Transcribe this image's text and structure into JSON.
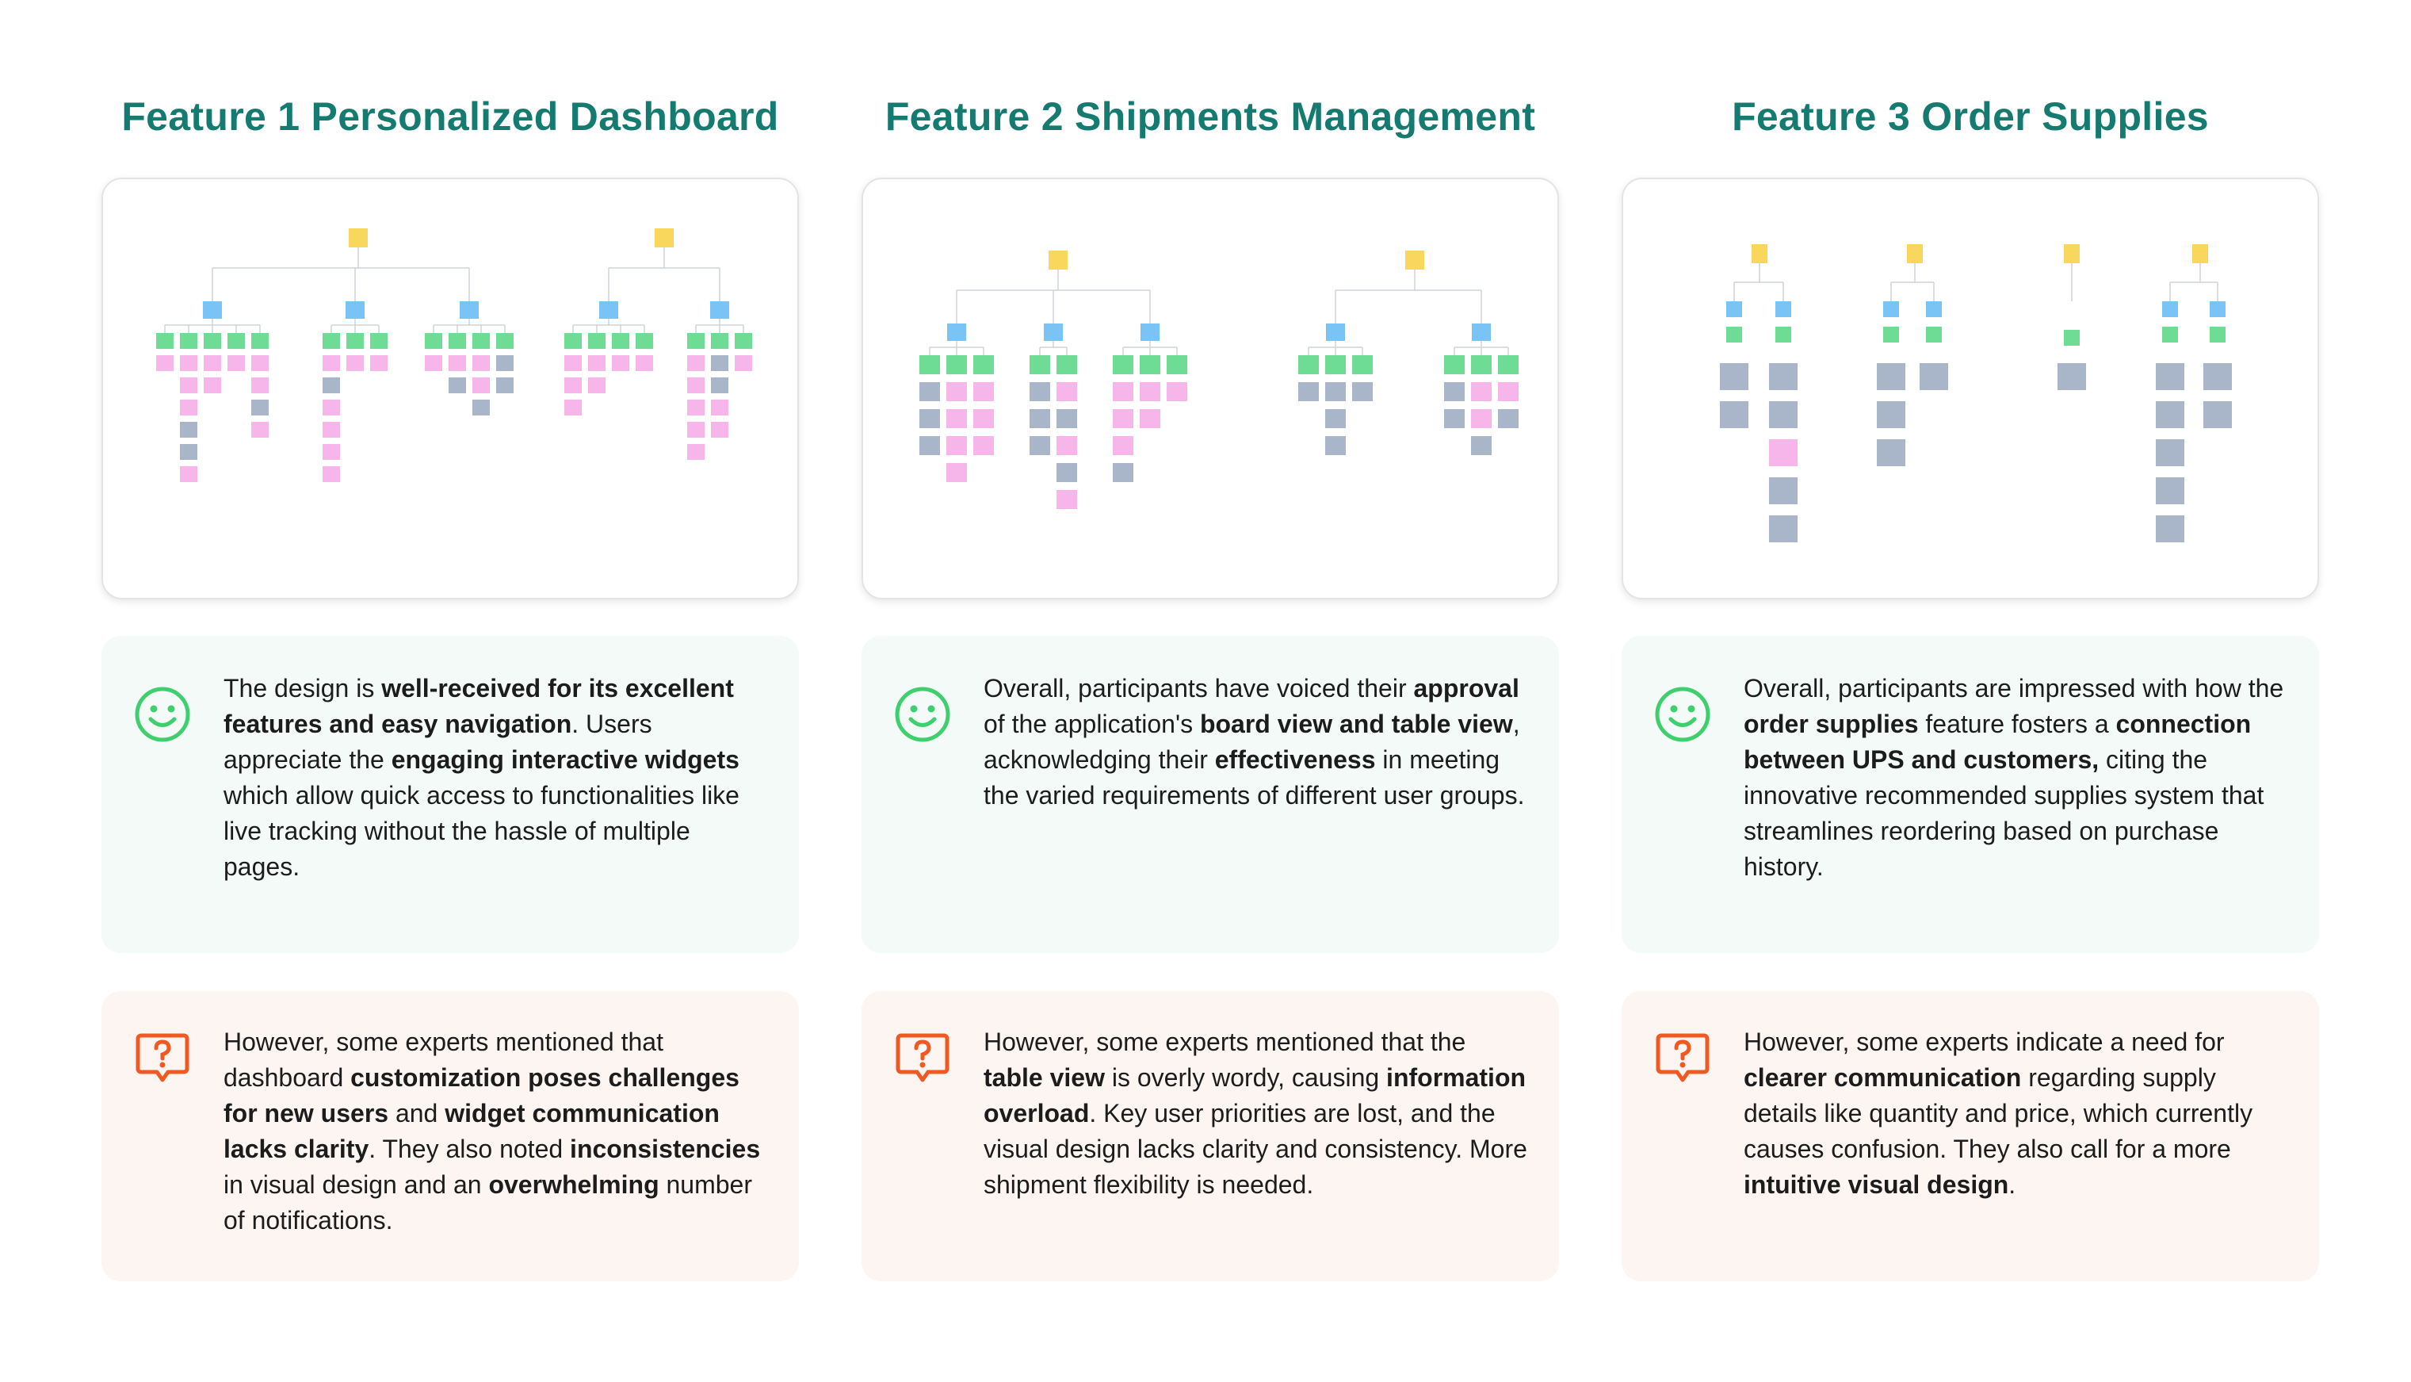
{
  "accent_color": "#157a70",
  "positive_icon": "smiley-face-icon",
  "negative_icon": "question-speech-bubble-icon",
  "features": [
    {
      "title": "Feature 1 Personalized Dashboard",
      "diagram_icon": "hierarchy-diagram-icon",
      "positive_segments": [
        {
          "t": "The design is "
        },
        {
          "t": "well-received for its excellent features and easy navigation",
          "b": true
        },
        {
          "t": ". Users appreciate the "
        },
        {
          "t": "engaging interactive widgets",
          "b": true
        },
        {
          "t": " which allow quick access to functionalities like live tracking without the hassle of multiple pages."
        }
      ],
      "negative_segments": [
        {
          "t": "However, some experts mentioned that dashboard "
        },
        {
          "t": "customization poses challenges for new users",
          "b": true
        },
        {
          "t": " and "
        },
        {
          "t": "widget communication lacks clarity",
          "b": true
        },
        {
          "t": ". They also noted "
        },
        {
          "t": "inconsistencies",
          "b": true
        },
        {
          "t": " in visual design and an "
        },
        {
          "t": "overwhelming",
          "b": true
        },
        {
          "t": " number of notifications."
        }
      ]
    },
    {
      "title": "Feature 2 Shipments Management",
      "diagram_icon": "hierarchy-diagram-icon",
      "positive_segments": [
        {
          "t": "Overall, participants have voiced their "
        },
        {
          "t": "approval",
          "b": true
        },
        {
          "t": " of the application's "
        },
        {
          "t": "board view and table view",
          "b": true
        },
        {
          "t": ", acknowledging their "
        },
        {
          "t": "effectiveness",
          "b": true
        },
        {
          "t": " in meeting the varied requirements of different user groups."
        }
      ],
      "negative_segments": [
        {
          "t": "However, some experts mentioned that the "
        },
        {
          "t": "table view",
          "b": true
        },
        {
          "t": " is overly wordy, causing "
        },
        {
          "t": "information overload",
          "b": true
        },
        {
          "t": ". Key user priorities are lost, and the visual design lacks clarity and consistency. More shipment flexibility is needed."
        }
      ]
    },
    {
      "title": "Feature 3 Order Supplies",
      "diagram_icon": "hierarchy-diagram-icon",
      "positive_segments": [
        {
          "t": "Overall, participants are impressed with how the "
        },
        {
          "t": "order supplies",
          "b": true
        },
        {
          "t": " feature fosters a "
        },
        {
          "t": "connection between UPS and customers,",
          "b": true
        },
        {
          "t": " citing the innovative recommended supplies system that streamlines reordering based on purchase history."
        }
      ],
      "negative_segments": [
        {
          "t": "However, some experts indicate a need for "
        },
        {
          "t": "clearer communication",
          "b": true
        },
        {
          "t": " regarding supply details like quantity and price, which currently causes confusion. They also call for a more "
        },
        {
          "t": "intuitive visual design",
          "b": true
        },
        {
          "t": "."
        }
      ]
    }
  ]
}
